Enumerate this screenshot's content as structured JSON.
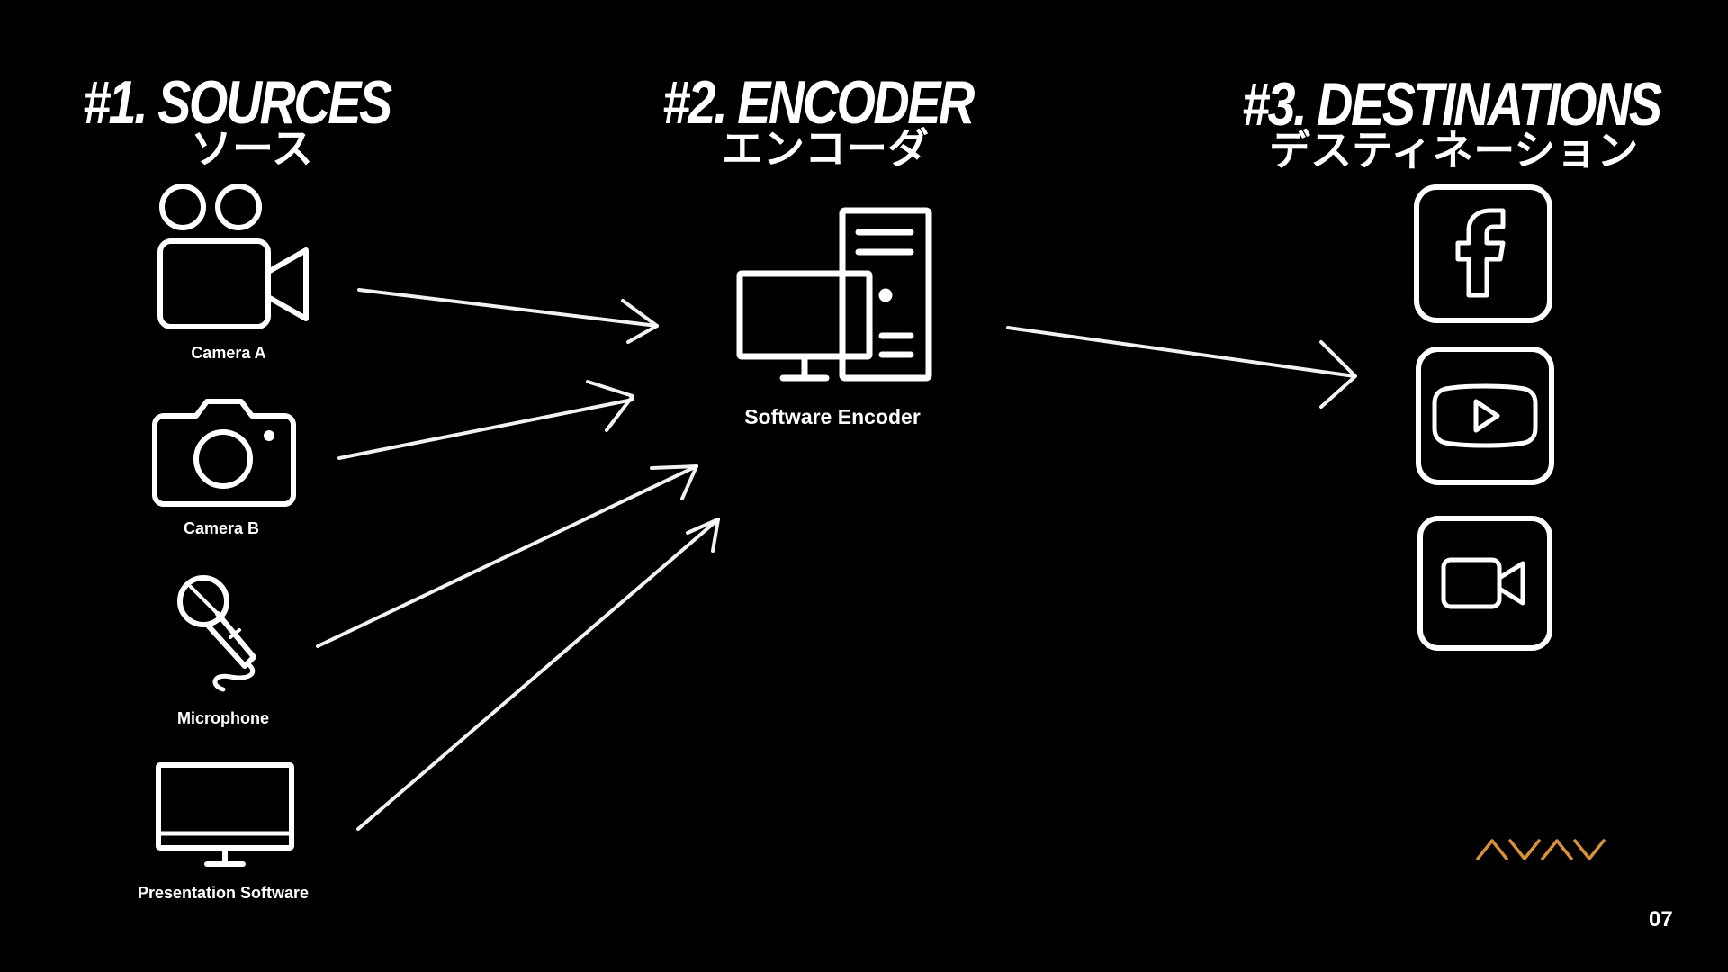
{
  "sections": {
    "sources": {
      "title": "#1. SOURCES",
      "subtitle": "ソース"
    },
    "encoder": {
      "title": "#2. ENCODER",
      "subtitle": "エンコーダ"
    },
    "destinations": {
      "title": "#3. DESTINATIONS",
      "subtitle": "デスティネーション"
    }
  },
  "sources": [
    {
      "label": "Camera A",
      "icon": "video-camera-icon"
    },
    {
      "label": "Camera B",
      "icon": "photo-camera-icon"
    },
    {
      "label": "Microphone",
      "icon": "microphone-icon"
    },
    {
      "label": "Presentation Software",
      "icon": "monitor-icon"
    }
  ],
  "encoder": {
    "label": "Software Encoder",
    "icon": "desktop-computer-icon"
  },
  "destinations": [
    {
      "icon": "facebook-icon"
    },
    {
      "icon": "youtube-icon"
    },
    {
      "icon": "video-call-icon"
    }
  ],
  "brand": {
    "logo": "AVAV",
    "color": "#D9923A"
  },
  "page_number": "07"
}
